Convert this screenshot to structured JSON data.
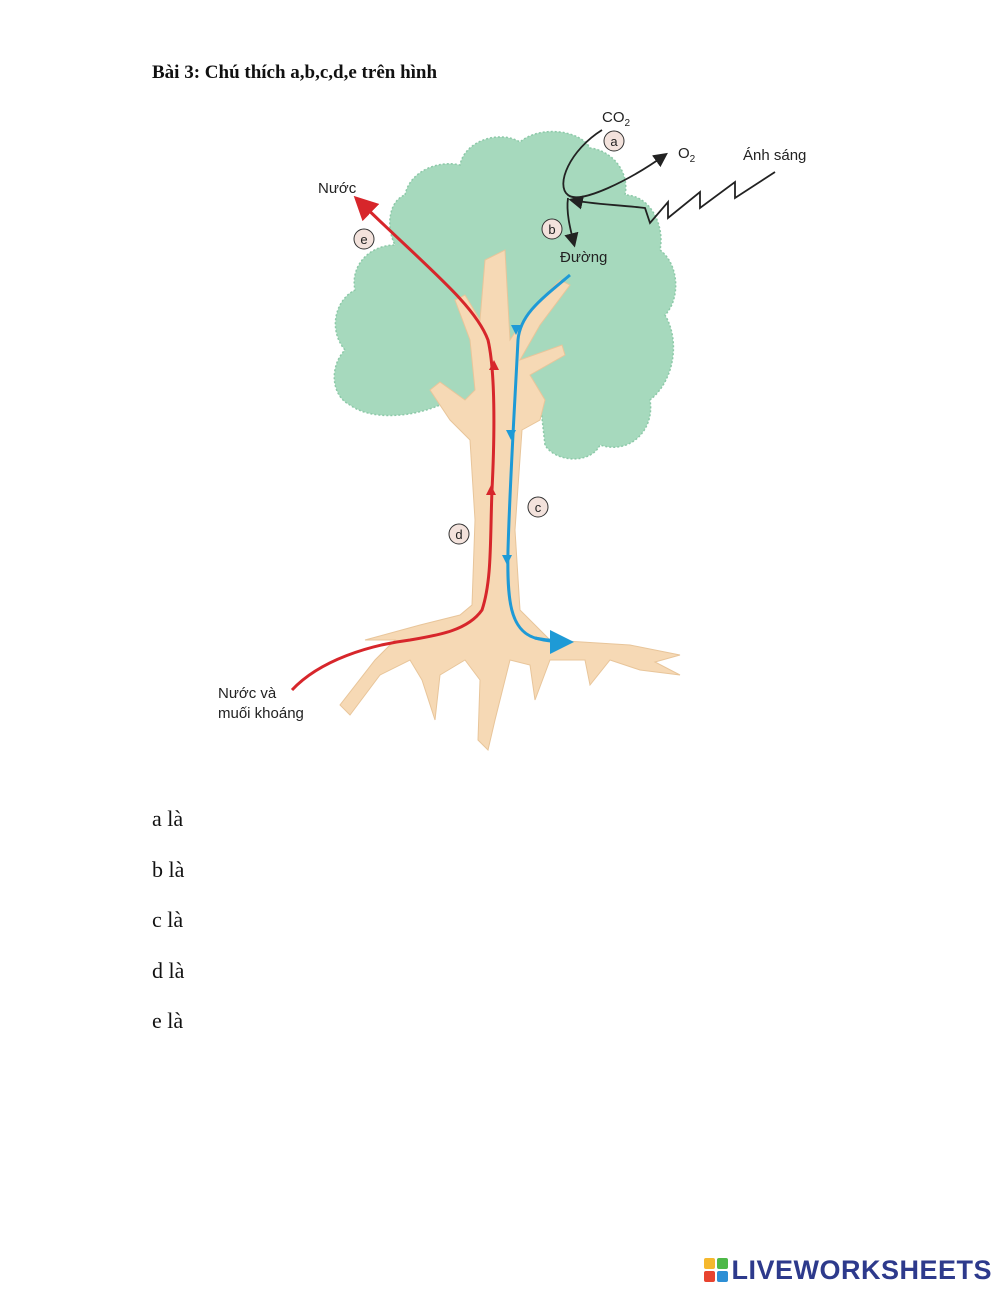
{
  "exercise": {
    "title": "Bài 3: Chú thích a,b,c,d,e trên hình"
  },
  "figure": {
    "labels": {
      "co2": "CO",
      "co2_sub": "2",
      "o2": "O",
      "o2_sub": "2",
      "light": "Ánh sáng",
      "water": "Nước",
      "sugar": "Đường",
      "water_minerals_line1": "Nước và",
      "water_minerals_line2": "muối khoáng"
    },
    "markers": {
      "a": "a",
      "b": "b",
      "c": "c",
      "d": "d",
      "e": "e"
    },
    "colors": {
      "canopy": "#a6d9bd",
      "trunk": "#f6d9b5",
      "water_flow": "#d7262b",
      "sugar_flow": "#1e9ad6"
    }
  },
  "answers": [
    {
      "label": "a là",
      "value": ""
    },
    {
      "label": "b là",
      "value": ""
    },
    {
      "label": "c là",
      "value": ""
    },
    {
      "label": "d là",
      "value": ""
    },
    {
      "label": "e là",
      "value": ""
    }
  ],
  "branding": {
    "text": "LIVEWORKSHEETS",
    "logo_colors": [
      "#f5b82e",
      "#4db848",
      "#e8432f",
      "#2d8fd5"
    ]
  }
}
